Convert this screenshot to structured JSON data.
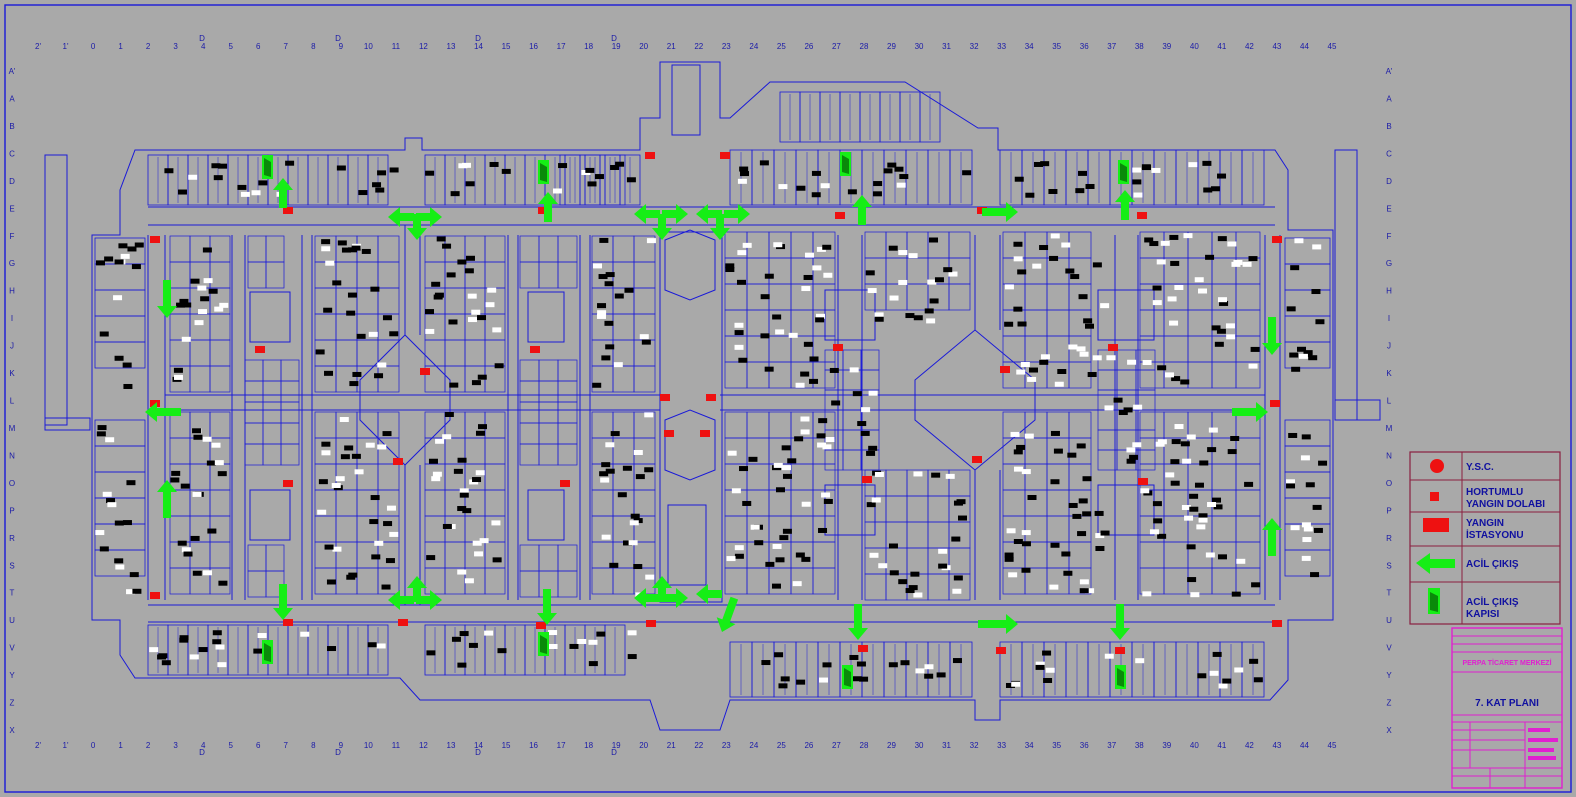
{
  "colors": {
    "background": "#a9a9a9",
    "line": "#1a1ad8",
    "exit": "#16ee16",
    "fire": "#ee1111",
    "titleblock": "#e020d0",
    "legendline": "#8a2040"
  },
  "columns_top": [
    "2'",
    "1'",
    "0",
    "1",
    "2",
    "3",
    "4",
    "5",
    "6",
    "7",
    "8",
    "9",
    "10",
    "11",
    "12",
    "13",
    "14",
    "15",
    "16",
    "17",
    "18",
    "19",
    "20",
    "21",
    "22",
    "23",
    "24",
    "25",
    "26",
    "27",
    "28",
    "29",
    "30",
    "31",
    "32",
    "33",
    "34",
    "35",
    "36",
    "37",
    "38",
    "39",
    "40",
    "41",
    "42",
    "43",
    "44",
    "45"
  ],
  "d_marks": [
    "D",
    "D",
    "D",
    "D",
    "D"
  ],
  "rows_left": [
    "A'",
    "A",
    "B",
    "C",
    "D",
    "E",
    "F",
    "G",
    "H",
    "I",
    "J",
    "K",
    "L",
    "M",
    "N",
    "O",
    "P",
    "R",
    "S",
    "T",
    "U",
    "V",
    "Y",
    "Z",
    "X"
  ],
  "legend": [
    {
      "icon": "ysc-circle-icon",
      "text": "Y.S.C."
    },
    {
      "icon": "hose-cabinet-icon",
      "text": "HORTUMLU\nYANGIN DOLABI"
    },
    {
      "icon": "fire-station-icon",
      "text": "YANGIN\nİSTASYONU"
    },
    {
      "icon": "exit-arrow-icon",
      "text": "ACİL ÇIKIŞ"
    },
    {
      "icon": "exit-door-icon",
      "text": "ACİL ÇIKIŞ\nKAPISI"
    }
  ],
  "titleblock": {
    "project": "PERPA TİCARET MERKEZİ",
    "plan_title": "7. KAT PLANI"
  }
}
